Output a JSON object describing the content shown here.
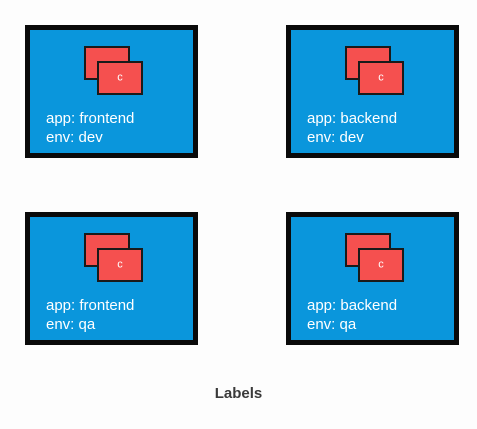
{
  "caption": "Labels",
  "colors": {
    "background": "#fdfdfd",
    "box_fill": "#0a96dc",
    "box_border": "#0a0a0a",
    "container_fill": "#f5504f",
    "label_text": "#ffffff",
    "caption_text": "#3a3a3a"
  },
  "pods": [
    {
      "container_letter": "c",
      "app_label": "app: frontend",
      "env_label": "env: dev"
    },
    {
      "container_letter": "c",
      "app_label": "app: backend",
      "env_label": "env: dev"
    },
    {
      "container_letter": "c",
      "app_label": "app: frontend",
      "env_label": "env: qa"
    },
    {
      "container_letter": "c",
      "app_label": "app: backend",
      "env_label": "env: qa"
    }
  ]
}
